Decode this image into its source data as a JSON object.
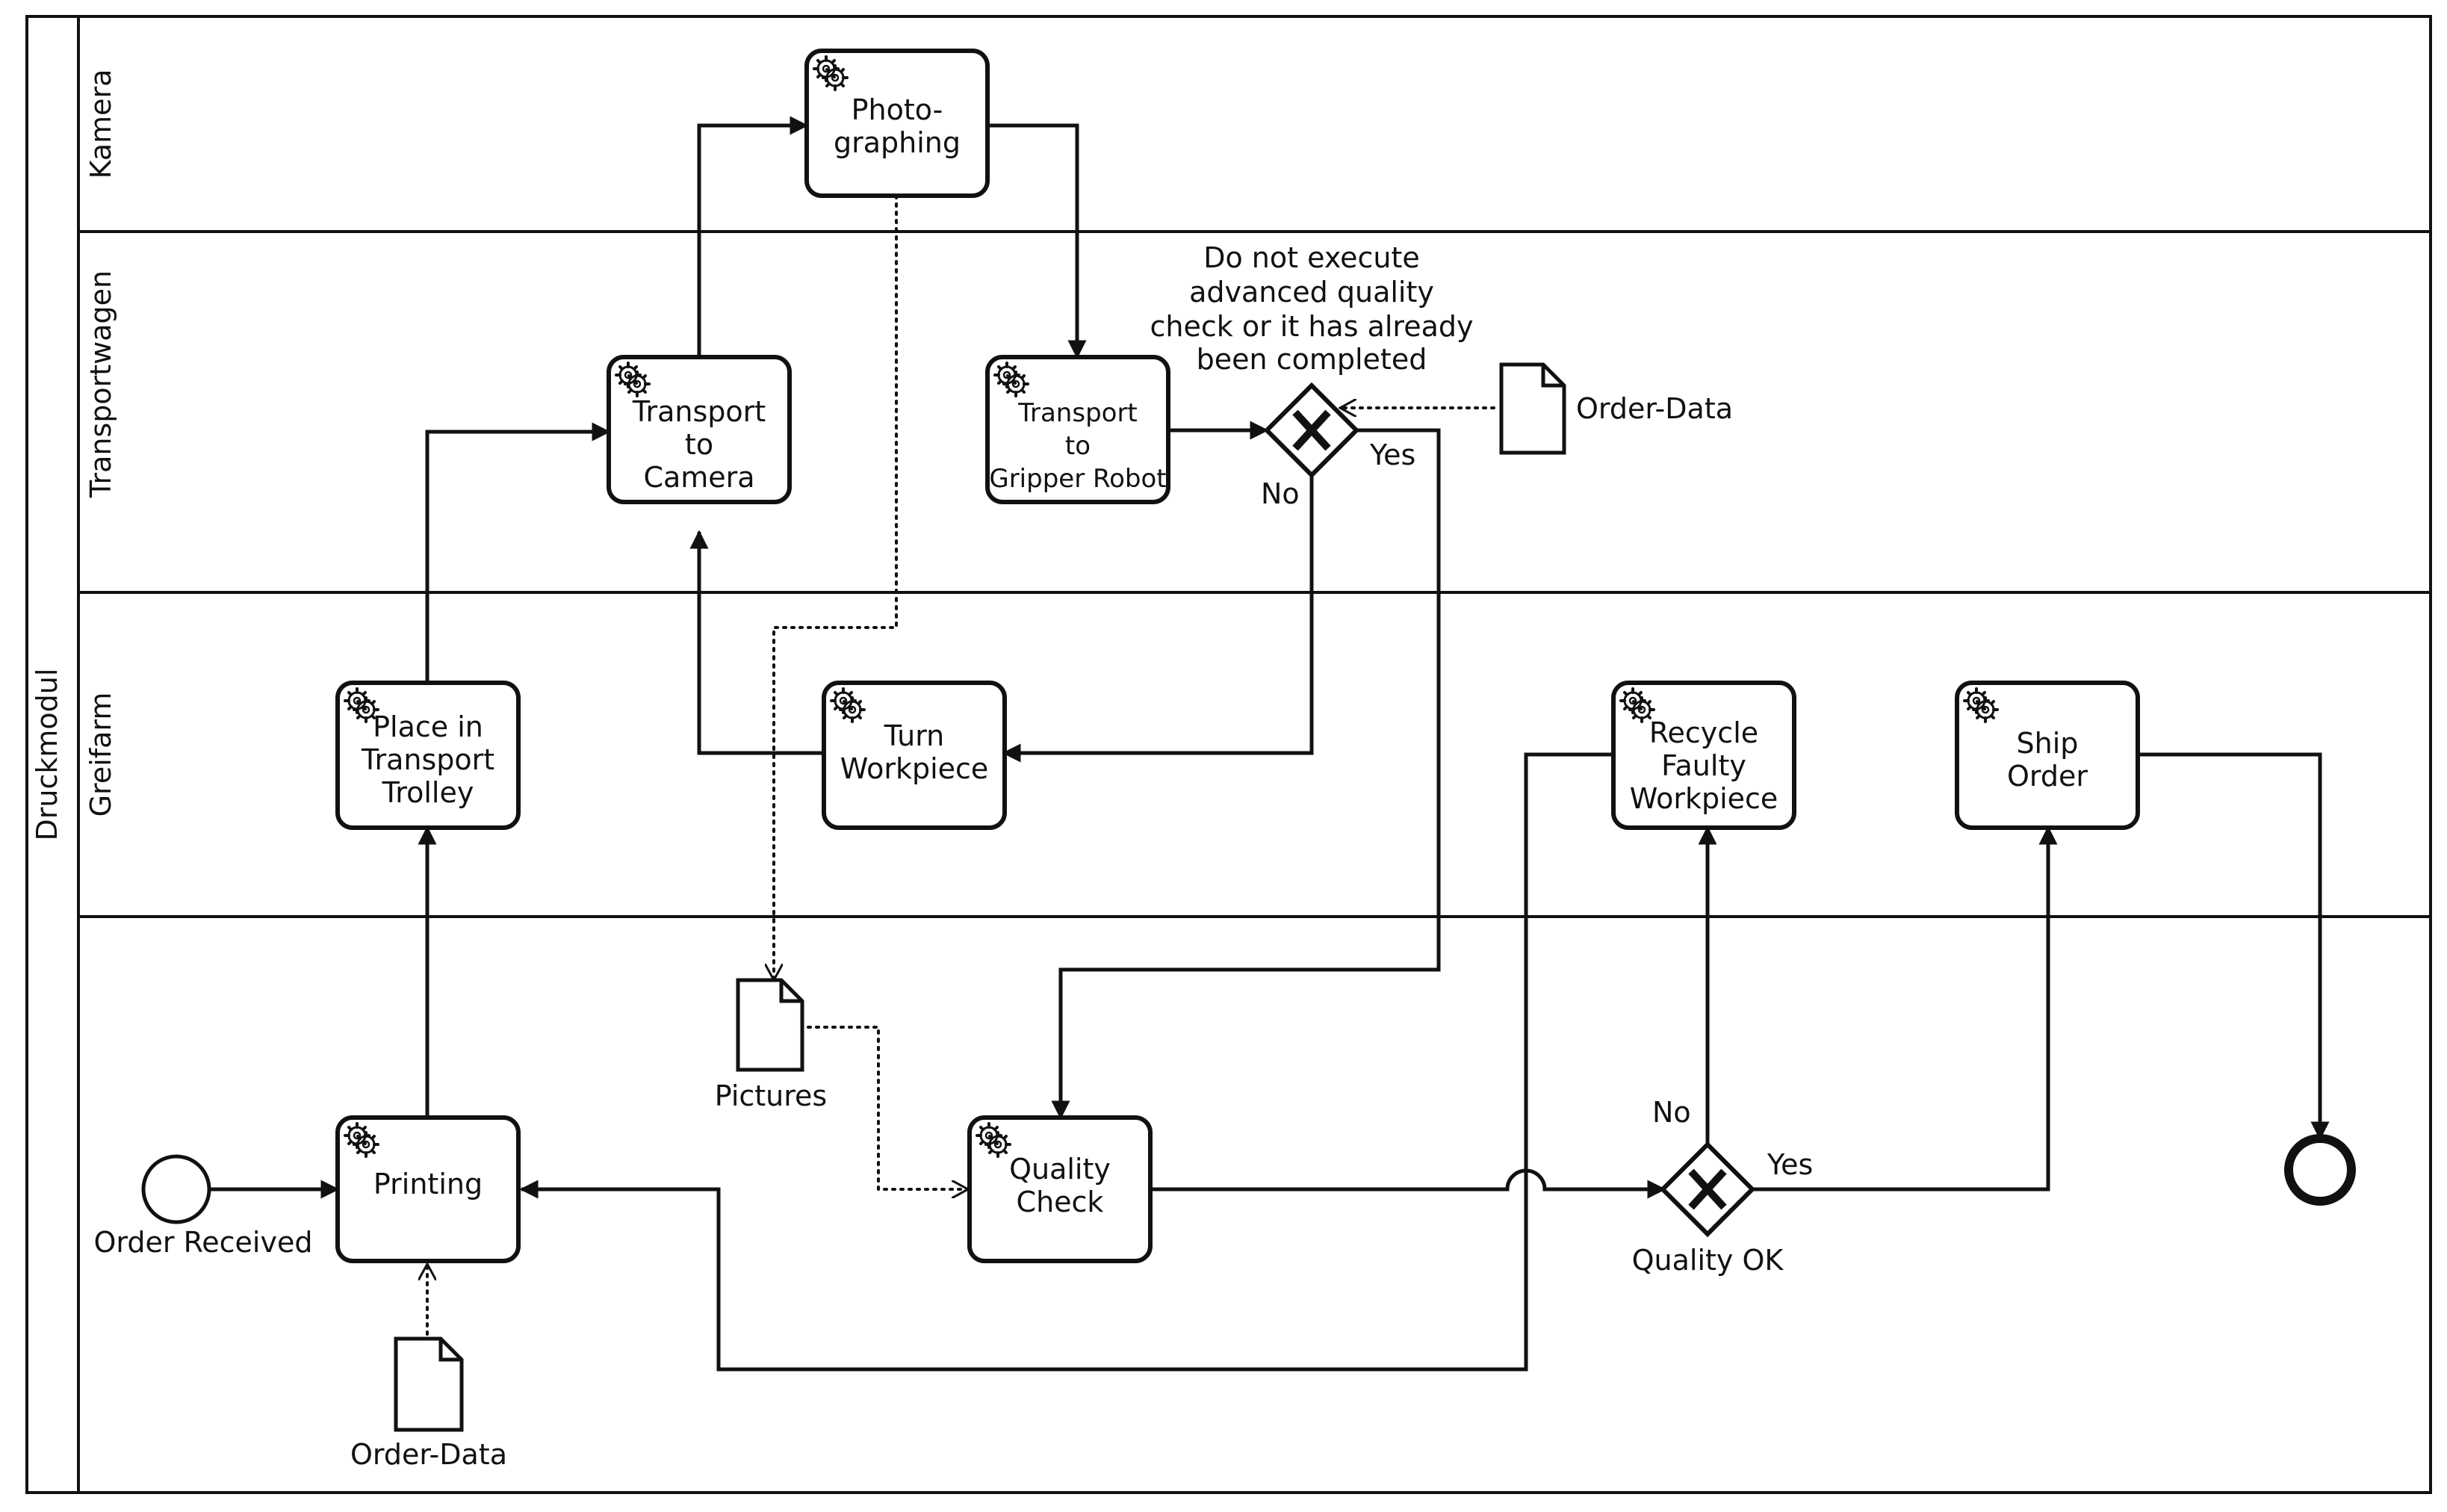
{
  "pool": {
    "label": "Druckmodul"
  },
  "lanes": [
    "Kamera",
    "Transportwagen",
    "Greifarm",
    ""
  ],
  "tasks": {
    "photographing": [
      "Photo-",
      "graphing"
    ],
    "transport_camera": [
      "Transport",
      "to",
      "Camera"
    ],
    "transport_gripper": [
      "Transport",
      "to",
      "Gripper Robot"
    ],
    "place_trolley": [
      "Place in",
      "Transport",
      "Trolley"
    ],
    "turn_workpiece": [
      "Turn",
      "Workpiece"
    ],
    "recycle": [
      "Recycle",
      "Faulty",
      "Workpiece"
    ],
    "ship_order": [
      "Ship",
      "Order"
    ],
    "printing": [
      "Printing"
    ],
    "quality_check": [
      "Quality",
      "Check"
    ]
  },
  "gateways": {
    "advanced_check": {
      "annotation": [
        "Do not execute",
        "advanced quality",
        "check or it has already",
        "been completed"
      ],
      "yes": "Yes",
      "no": "No"
    },
    "quality_ok": {
      "label": "Quality OK",
      "yes": "Yes",
      "no": "No"
    }
  },
  "events": {
    "start": "Order Received"
  },
  "data_objects": {
    "order_data_top": "Order-Data",
    "order_data_bottom": "Order-Data",
    "pictures": "Pictures"
  },
  "icons": {
    "task": "gear-icon",
    "gateway": "exclusive-gateway-x-icon",
    "data": "document-icon"
  }
}
